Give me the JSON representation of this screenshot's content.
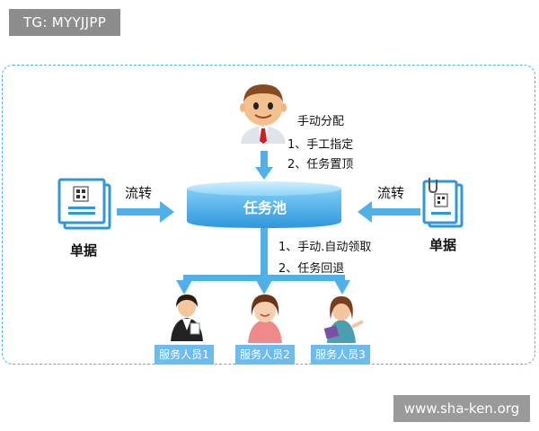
{
  "tag": "TG: MYYJJPP",
  "watermark": "www.sha-ken.org",
  "assign": {
    "title": "手动分配",
    "item1": "1、手工指定",
    "item2": "2、任务置顶"
  },
  "pool": "任务池",
  "left": {
    "flow": "流转",
    "doc": "单据"
  },
  "right": {
    "flow": "流转",
    "doc": "单据"
  },
  "claim": {
    "item1": "1、手动.自动领取",
    "item2": "2、任务回退"
  },
  "staff": [
    "服务人员1",
    "服务人员2",
    "服务人员3"
  ],
  "icons": [
    "manager-icon",
    "document-qr-icon",
    "document-clip-icon",
    "staff-woman-icon"
  ],
  "colors": {
    "accent": "#3aa3e3",
    "arrow": "#4fb0ea",
    "badge": "#6cbcef",
    "frame": "#4fb3e8"
  }
}
